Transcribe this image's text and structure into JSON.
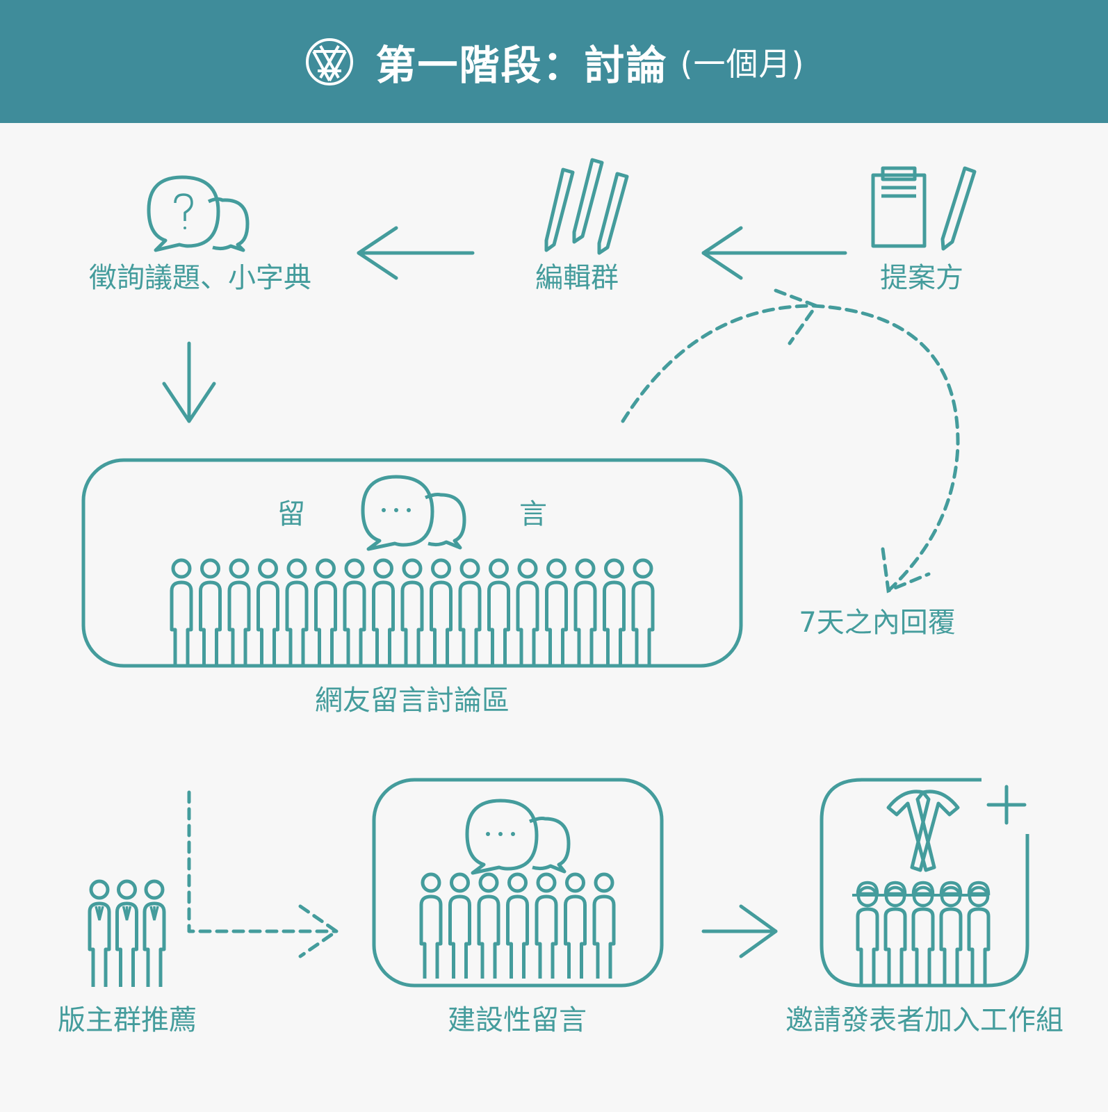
{
  "header": {
    "title": "第一階段：討論",
    "duration": "(一個月)",
    "logo_icon": "brand-logo-icon"
  },
  "colors": {
    "header_bg": "#3f8c9a",
    "accent": "#449c9c",
    "background": "#f7f7f7"
  },
  "nodes": {
    "collect": {
      "label": "徵詢議題、小字典",
      "icon": "chat-question-icon"
    },
    "editors": {
      "label": "編輯群",
      "icon": "pencils-icon"
    },
    "proposer": {
      "label": "提案方",
      "icon": "clipboard-pencil-icon"
    },
    "forum": {
      "label": "網友留言討論區",
      "left_char": "留",
      "right_char": "言",
      "icon": "chat-bubbles-icon",
      "people_count": 17
    },
    "reply": {
      "label": "7天之內回覆"
    },
    "moderators": {
      "label": "版主群推薦",
      "icon": "business-people-icon",
      "people_count": 3
    },
    "constructive": {
      "label": "建設性留言",
      "icon": "chat-bubbles-icon",
      "people_count": 7
    },
    "invite": {
      "label": "邀請發表者加入工作組",
      "icon": "hammers-plus-icon",
      "people_count": 5
    }
  }
}
